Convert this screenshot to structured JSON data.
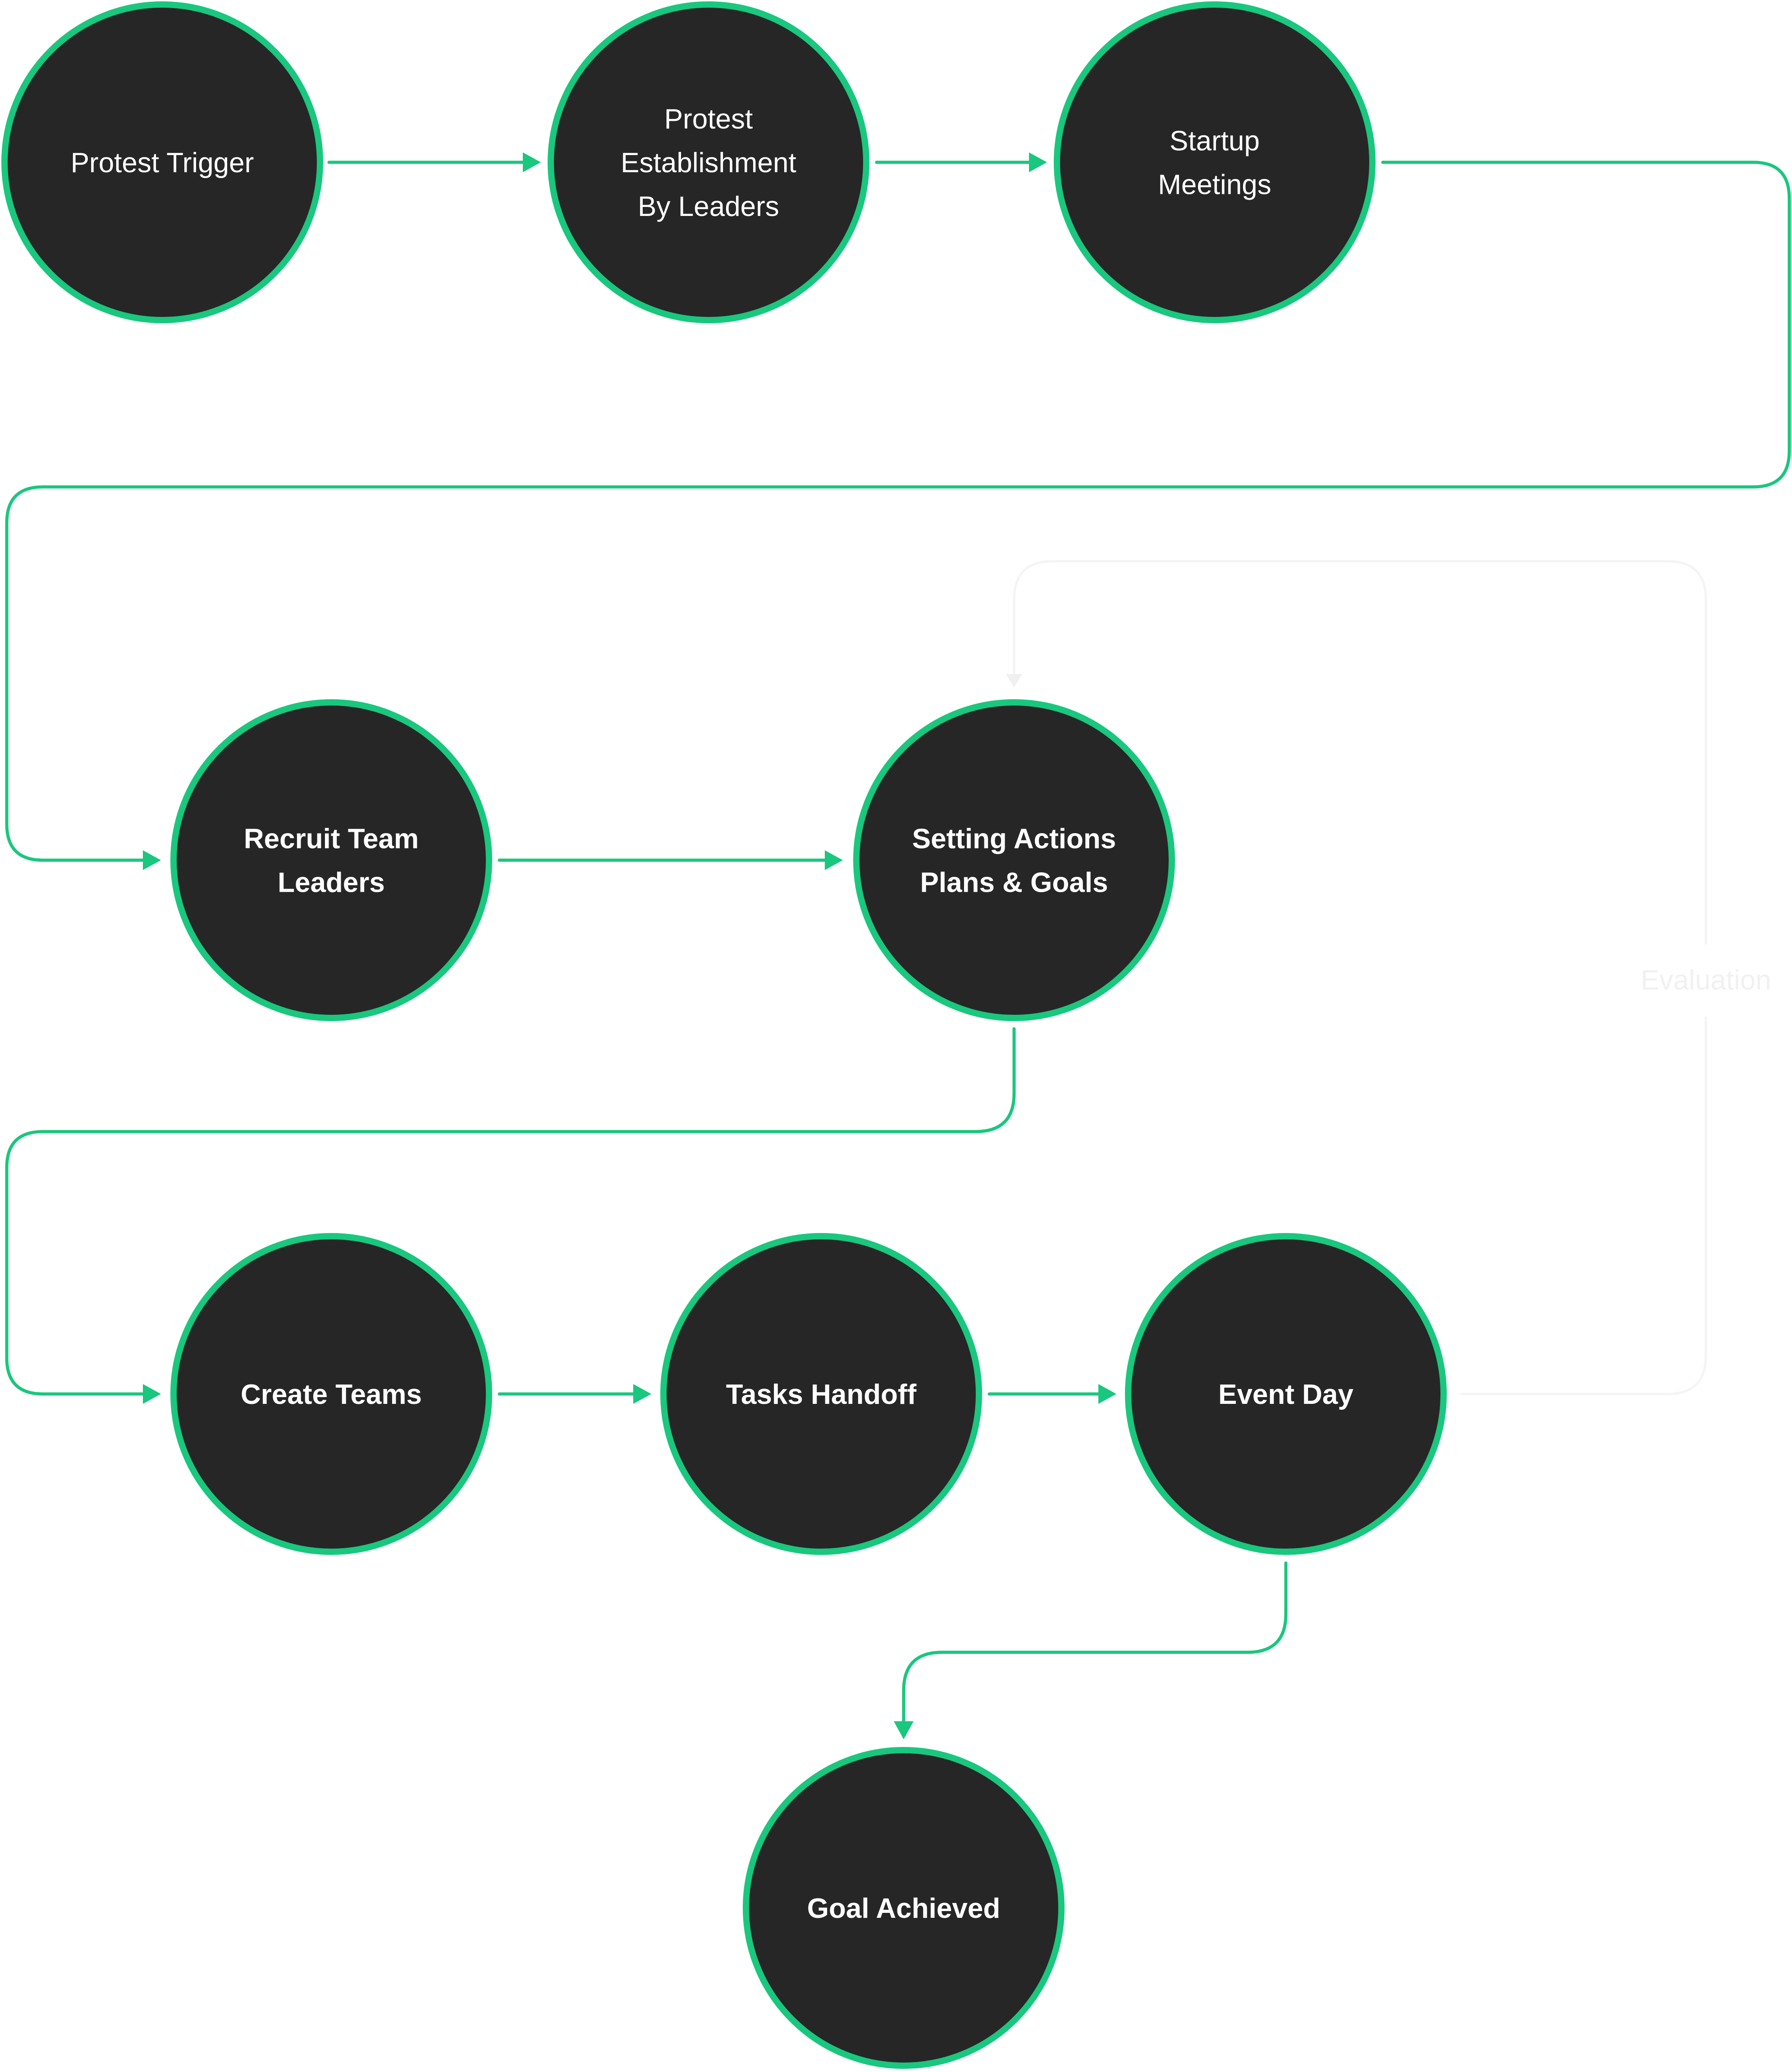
{
  "colors": {
    "node_fill": "#262626",
    "node_border": "#19c77e",
    "connector": "#19c77e",
    "node_text": "#ffffff",
    "feedback_line": "#f4f4f4",
    "background": "#ffffff"
  },
  "nodes": [
    {
      "id": "protest-trigger",
      "lines": [
        "Protest Trigger"
      ],
      "bold": false
    },
    {
      "id": "protest-establishment",
      "lines": [
        "Protest",
        "Establishment",
        "By Leaders"
      ],
      "bold": false
    },
    {
      "id": "startup-meetings",
      "lines": [
        "Startup",
        "Meetings"
      ],
      "bold": false
    },
    {
      "id": "recruit-team-leaders",
      "lines": [
        "Recruit Team",
        "Leaders"
      ],
      "bold": true
    },
    {
      "id": "setting-actions",
      "lines": [
        "Setting Actions",
        "Plans & Goals"
      ],
      "bold": true
    },
    {
      "id": "create-teams",
      "lines": [
        "Create Teams"
      ],
      "bold": true
    },
    {
      "id": "tasks-handoff",
      "lines": [
        "Tasks Handoff"
      ],
      "bold": true
    },
    {
      "id": "event-day",
      "lines": [
        "Event Day"
      ],
      "bold": true
    },
    {
      "id": "goal-achieved",
      "lines": [
        "Goal Achieved"
      ],
      "bold": true
    }
  ],
  "edges": [
    {
      "from": "protest-trigger",
      "to": "protest-establishment"
    },
    {
      "from": "protest-establishment",
      "to": "startup-meetings"
    },
    {
      "from": "startup-meetings",
      "to": "recruit-team-leaders"
    },
    {
      "from": "recruit-team-leaders",
      "to": "setting-actions"
    },
    {
      "from": "setting-actions",
      "to": "create-teams"
    },
    {
      "from": "create-teams",
      "to": "tasks-handoff"
    },
    {
      "from": "tasks-handoff",
      "to": "event-day"
    },
    {
      "from": "event-day",
      "to": "goal-achieved"
    }
  ],
  "feedback": {
    "from": "event-day",
    "to": "setting-actions",
    "label": "Evaluation"
  }
}
